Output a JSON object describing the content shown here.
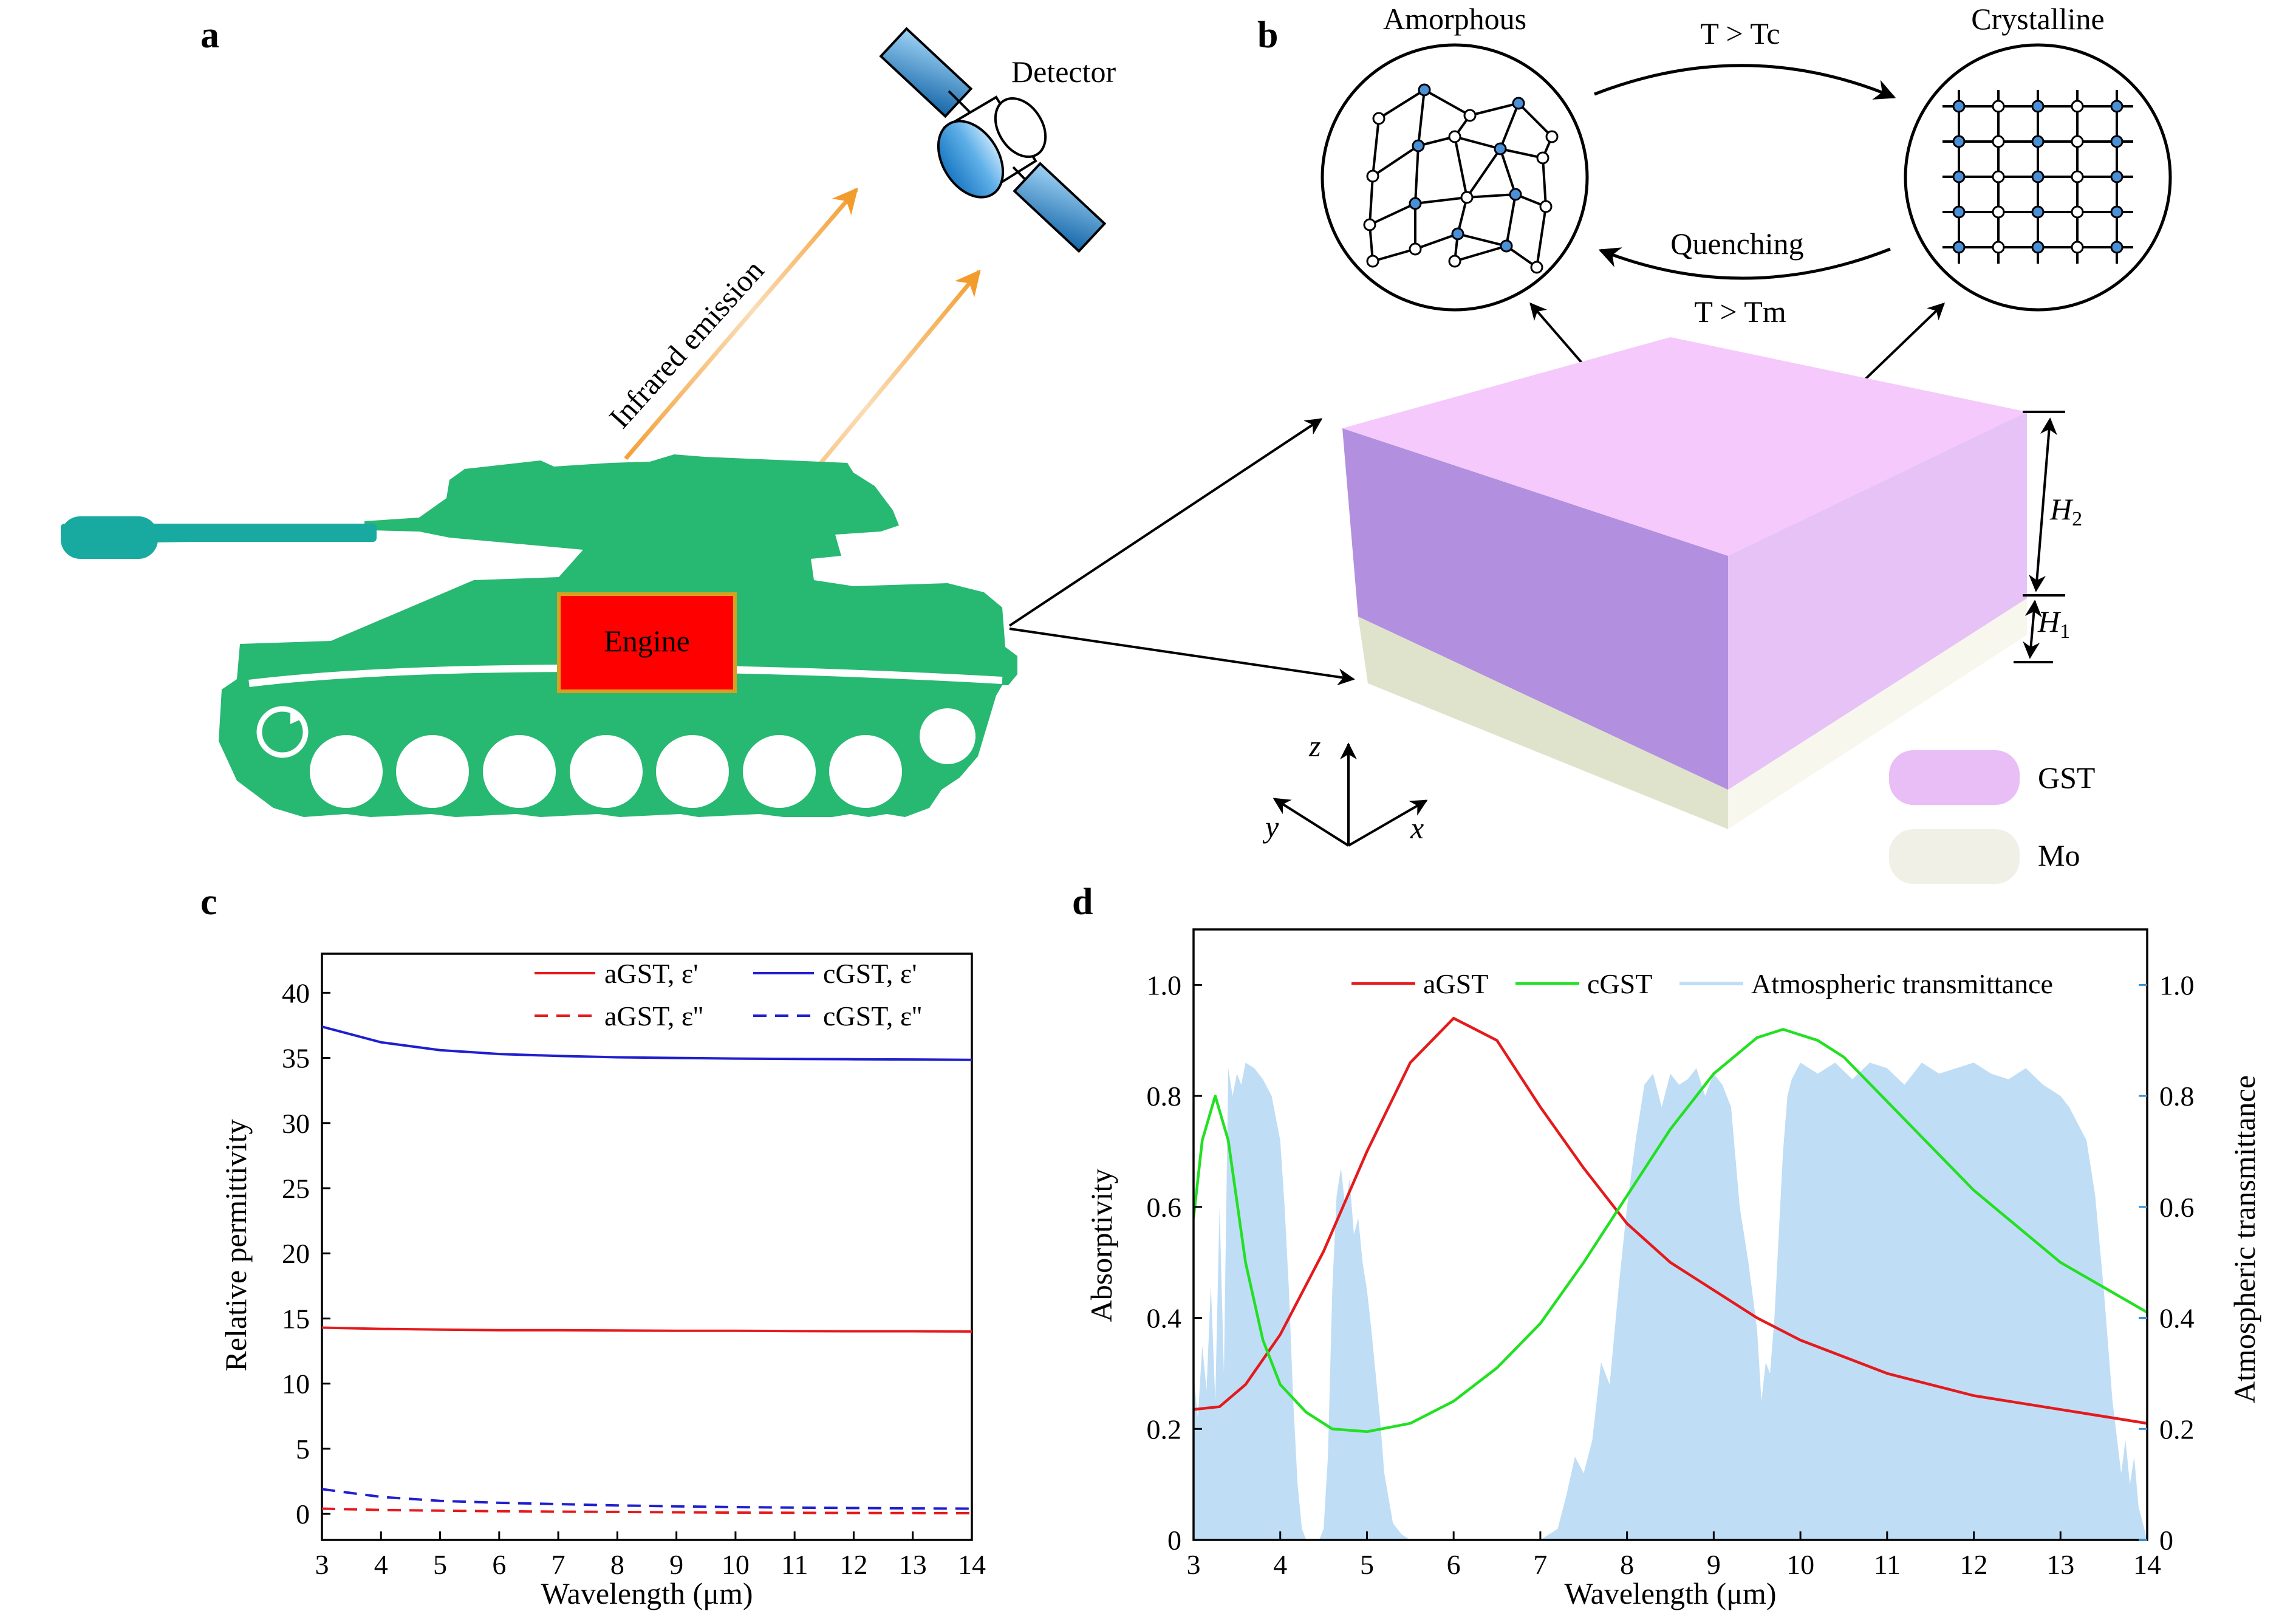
{
  "panels": {
    "a": {
      "label": "a",
      "detector_label": "Detector",
      "emission_label": "Infrared emission",
      "engine_label": "Engine"
    },
    "b": {
      "label": "b",
      "amorphous_label": "Amorphous",
      "crystalline_label": "Crystalline",
      "forward_label": "T > Tc",
      "quench_label": "Quenching",
      "melt_label": "T > Tm",
      "h2_label": "H",
      "h2_sub": "2",
      "h1_label": "H",
      "h1_sub": "1",
      "axis_z": "z",
      "axis_y": "y",
      "axis_x": "x",
      "legend": [
        {
          "name": "GST",
          "color": "#e9bdf5"
        },
        {
          "name": "Mo",
          "color": "#f0f0e6"
        }
      ],
      "colors": {
        "gst_top": "#f5c9fb",
        "gst_front": "#b28fdf",
        "gst_right": "#e6c2f7",
        "mo_front": "#dfe3cb",
        "mo_right": "#f7f7ee"
      }
    },
    "c": {
      "label": "c"
    },
    "d": {
      "label": "d"
    }
  },
  "chart_data": [
    {
      "type": "line",
      "xlabel": "Wavelength (μm)",
      "ylabel": "Relative permittivity",
      "xlim": [
        3,
        14
      ],
      "ylim": [
        -2,
        43
      ],
      "xticks": [
        "3",
        "4",
        "5",
        "6",
        "7",
        "8",
        "9",
        "10",
        "11",
        "12",
        "13",
        "14"
      ],
      "yticks": [
        "0",
        "5",
        "10",
        "15",
        "20",
        "25",
        "30",
        "35",
        "40"
      ],
      "legend_position": "top-right",
      "series": [
        {
          "name": "aGST, ε'",
          "color": "#e41a1c",
          "dash": "solid",
          "x": [
            3,
            4,
            5,
            6,
            7,
            8,
            9,
            10,
            11,
            12,
            13,
            14
          ],
          "y": [
            14.3,
            14.2,
            14.15,
            14.1,
            14.1,
            14.08,
            14.05,
            14.05,
            14.03,
            14.02,
            14.02,
            14.0
          ]
        },
        {
          "name": "cGST, ε'",
          "color": "#1f1fcf",
          "dash": "solid",
          "x": [
            3,
            4,
            5,
            6,
            7,
            8,
            9,
            10,
            11,
            12,
            13,
            14
          ],
          "y": [
            37.4,
            36.2,
            35.6,
            35.3,
            35.15,
            35.05,
            35.0,
            34.95,
            34.92,
            34.9,
            34.88,
            34.85
          ]
        },
        {
          "name": "aGST, ε''",
          "color": "#e41a1c",
          "dash": "dashed",
          "x": [
            3,
            4,
            5,
            6,
            7,
            8,
            9,
            10,
            11,
            12,
            13,
            14
          ],
          "y": [
            0.4,
            0.3,
            0.25,
            0.2,
            0.17,
            0.15,
            0.12,
            0.1,
            0.08,
            0.07,
            0.06,
            0.05
          ]
        },
        {
          "name": "cGST, ε''",
          "color": "#1f1fcf",
          "dash": "dashed",
          "x": [
            3,
            4,
            5,
            6,
            7,
            8,
            9,
            10,
            11,
            12,
            13,
            14
          ],
          "y": [
            1.9,
            1.3,
            1.0,
            0.85,
            0.75,
            0.65,
            0.58,
            0.52,
            0.48,
            0.45,
            0.42,
            0.4
          ]
        }
      ]
    },
    {
      "type": "line",
      "xlabel": "Wavelength (μm)",
      "ylabel": "Absorptivity",
      "y2label": "Atmospheric transmittance",
      "xlim": [
        3,
        14
      ],
      "ylim": [
        0,
        1.1
      ],
      "xticks": [
        "3",
        "4",
        "5",
        "6",
        "7",
        "8",
        "9",
        "10",
        "11",
        "12",
        "13",
        "14"
      ],
      "yticks": [
        "0",
        "0.2",
        "0.4",
        "0.6",
        "0.8",
        "1.0"
      ],
      "y2ticks": [
        "0",
        "0.2",
        "0.4",
        "0.6",
        "0.8",
        "1.0"
      ],
      "legend_position": "top",
      "series": [
        {
          "name": "aGST",
          "color": "#e41a1c",
          "x": [
            3,
            3.3,
            3.6,
            4,
            4.5,
            5,
            5.5,
            6,
            6.5,
            7,
            7.5,
            8,
            8.5,
            9,
            9.5,
            10,
            11,
            12,
            13,
            14
          ],
          "y": [
            0.235,
            0.24,
            0.28,
            0.37,
            0.52,
            0.7,
            0.86,
            0.94,
            0.9,
            0.78,
            0.67,
            0.57,
            0.5,
            0.45,
            0.4,
            0.36,
            0.3,
            0.26,
            0.235,
            0.21
          ]
        },
        {
          "name": "cGST",
          "color": "#22e022",
          "x": [
            3,
            3.1,
            3.25,
            3.4,
            3.6,
            3.8,
            4,
            4.3,
            4.6,
            5,
            5.5,
            6,
            6.5,
            7,
            7.5,
            8,
            8.5,
            9,
            9.5,
            9.8,
            10.2,
            10.5,
            11,
            12,
            13,
            14
          ],
          "y": [
            0.58,
            0.72,
            0.8,
            0.72,
            0.5,
            0.36,
            0.28,
            0.23,
            0.2,
            0.195,
            0.21,
            0.25,
            0.31,
            0.39,
            0.5,
            0.62,
            0.74,
            0.84,
            0.905,
            0.92,
            0.9,
            0.87,
            0.79,
            0.63,
            0.5,
            0.41
          ]
        }
      ],
      "area": {
        "name": "Atmospheric transmittance",
        "color": "#bfddf5",
        "x": [
          3,
          3.05,
          3.1,
          3.15,
          3.2,
          3.25,
          3.3,
          3.35,
          3.4,
          3.45,
          3.5,
          3.55,
          3.6,
          3.7,
          3.8,
          3.9,
          4.0,
          4.05,
          4.1,
          4.15,
          4.2,
          4.25,
          4.3,
          4.35,
          4.4,
          4.45,
          4.5,
          4.55,
          4.6,
          4.65,
          4.7,
          4.75,
          4.8,
          4.85,
          4.9,
          4.95,
          5.0,
          5.05,
          5.1,
          5.15,
          5.2,
          5.3,
          5.4,
          5.5,
          5.6,
          6.0,
          6.5,
          7.0,
          7.2,
          7.3,
          7.4,
          7.5,
          7.6,
          7.7,
          7.8,
          7.9,
          8.0,
          8.1,
          8.2,
          8.3,
          8.4,
          8.5,
          8.6,
          8.7,
          8.8,
          8.9,
          9.0,
          9.1,
          9.2,
          9.3,
          9.4,
          9.5,
          9.55,
          9.6,
          9.65,
          9.7,
          9.75,
          9.8,
          9.85,
          9.9,
          10.0,
          10.1,
          10.2,
          10.4,
          10.6,
          10.8,
          11.0,
          11.2,
          11.4,
          11.6,
          11.8,
          12.0,
          12.2,
          12.4,
          12.6,
          12.8,
          13.0,
          13.1,
          13.2,
          13.3,
          13.4,
          13.5,
          13.6,
          13.7,
          13.75,
          13.8,
          13.85,
          13.9,
          13.95,
          14.0
        ],
        "y": [
          0.3,
          0.22,
          0.35,
          0.27,
          0.46,
          0.25,
          0.6,
          0.3,
          0.85,
          0.8,
          0.84,
          0.82,
          0.86,
          0.85,
          0.83,
          0.8,
          0.72,
          0.6,
          0.45,
          0.25,
          0.1,
          0.02,
          0.0,
          0.0,
          0.0,
          0.0,
          0.02,
          0.15,
          0.45,
          0.62,
          0.67,
          0.6,
          0.65,
          0.55,
          0.58,
          0.5,
          0.45,
          0.38,
          0.3,
          0.22,
          0.12,
          0.03,
          0.01,
          0.0,
          0.0,
          0.0,
          0.0,
          0.0,
          0.02,
          0.08,
          0.15,
          0.12,
          0.18,
          0.32,
          0.28,
          0.45,
          0.6,
          0.72,
          0.82,
          0.84,
          0.78,
          0.84,
          0.82,
          0.83,
          0.85,
          0.8,
          0.84,
          0.82,
          0.78,
          0.6,
          0.5,
          0.38,
          0.25,
          0.32,
          0.3,
          0.4,
          0.55,
          0.7,
          0.8,
          0.83,
          0.86,
          0.85,
          0.84,
          0.86,
          0.83,
          0.86,
          0.85,
          0.82,
          0.86,
          0.84,
          0.85,
          0.86,
          0.84,
          0.83,
          0.85,
          0.82,
          0.8,
          0.78,
          0.75,
          0.72,
          0.62,
          0.45,
          0.25,
          0.12,
          0.18,
          0.1,
          0.15,
          0.06,
          0.03,
          0.0
        ]
      }
    }
  ]
}
